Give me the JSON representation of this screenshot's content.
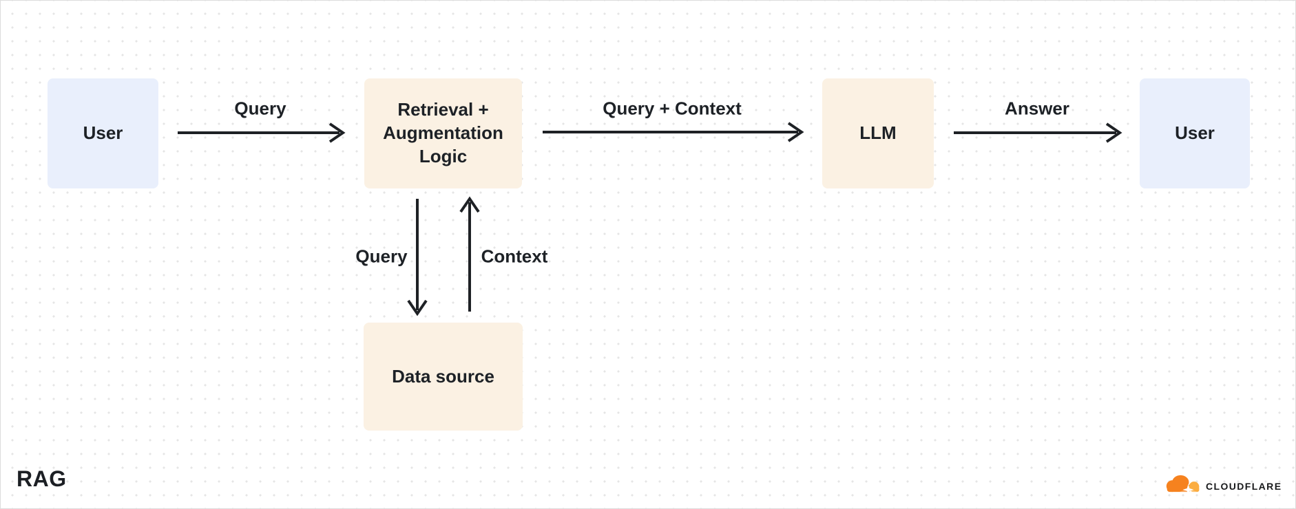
{
  "diagram": {
    "title": "RAG",
    "nodes": [
      {
        "id": "user-source",
        "label": "User",
        "type": "user"
      },
      {
        "id": "retrieval-augmentation-logic",
        "label": "Retrieval + Augmentation Logic",
        "type": "process"
      },
      {
        "id": "llm",
        "label": "LLM",
        "type": "process"
      },
      {
        "id": "user-destination",
        "label": "User",
        "type": "user"
      },
      {
        "id": "data-source",
        "label": "Data source",
        "type": "process"
      }
    ],
    "edges": [
      {
        "from": "user-source",
        "to": "retrieval-augmentation-logic",
        "label": "Query"
      },
      {
        "from": "retrieval-augmentation-logic",
        "to": "llm",
        "label": "Query + Context"
      },
      {
        "from": "llm",
        "to": "user-destination",
        "label": "Answer"
      },
      {
        "from": "retrieval-augmentation-logic",
        "to": "data-source",
        "label": "Query"
      },
      {
        "from": "data-source",
        "to": "retrieval-augmentation-logic",
        "label": "Context"
      }
    ],
    "colors": {
      "user_node_fill": "#e9effc",
      "process_node_fill": "#fbf1e3",
      "arrow": "#1e2125",
      "text": "#1d2126",
      "background": "#ffffff",
      "grid_dot": "#e5e5e5",
      "cloudflare_orange": "#f6821f",
      "cloudflare_light_orange": "#fbad41"
    }
  },
  "footer": {
    "brand": "CLOUDFLARE"
  }
}
